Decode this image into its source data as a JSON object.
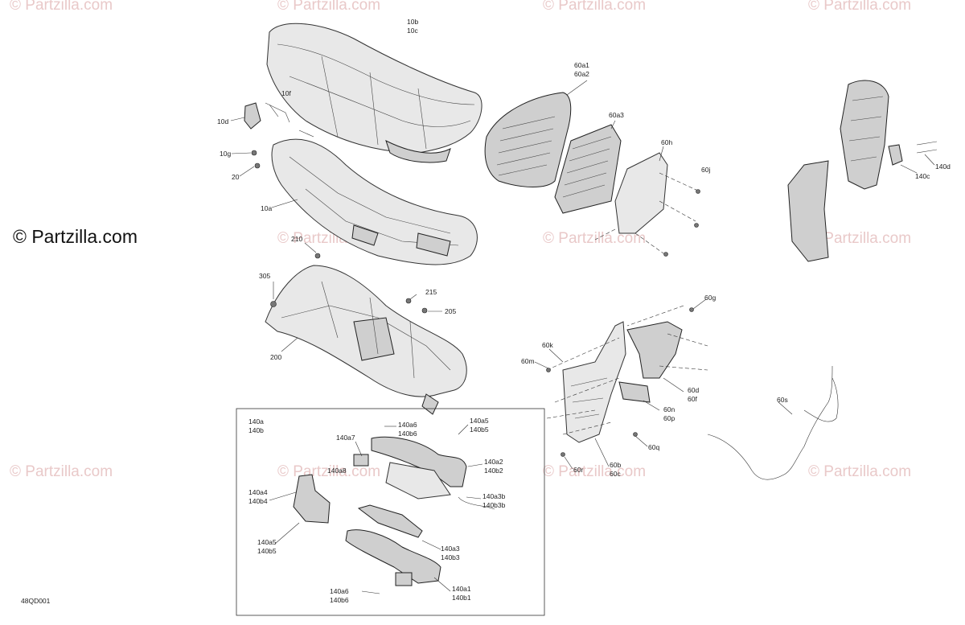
{
  "watermark": "© Partzilla.com",
  "brand": "© Partzilla.com",
  "diagram_code": "48QD001",
  "callouts": {
    "c10b": "10b",
    "c10c": "10c",
    "c10f": "10f",
    "c10d": "10d",
    "c10g": "10g",
    "c20": "20",
    "c10a": "10a",
    "c210": "210",
    "c305": "305",
    "c215": "215",
    "c205": "205",
    "c200": "200",
    "c60a1": "60a1",
    "c60a2": "60a2",
    "c60a3": "60a3",
    "c60h": "60h",
    "c60j": "60j",
    "c140c": "140c",
    "c140d": "140d",
    "c60g": "60g",
    "c60k": "60k",
    "c60m": "60m",
    "c60d": "60d",
    "c60f": "60f",
    "c60n": "60n",
    "c60p": "60p",
    "c60q": "60q",
    "c60r": "60r",
    "c60b": "60b",
    "c60c": "60c",
    "c60s": "60s",
    "c140a": "140a",
    "c140b": "140b",
    "c140a7": "140a7",
    "c140a6_top": "140a6",
    "c140b6_top": "140b6",
    "c140a5_top": "140a5",
    "c140b5_top": "140b5",
    "c140a8": "140a8",
    "c140a2": "140a2",
    "c140b2": "140b2",
    "c140a4": "140a4",
    "c140b4": "140b4",
    "c140a3b": "140a3b",
    "c140b3b": "140b3b",
    "c140a5_bot": "140a5",
    "c140b5_bot": "140b5",
    "c140a3": "140a3",
    "c140b3": "140b3",
    "c140a6_bot": "140a6",
    "c140b6_bot": "140b6",
    "c140a1": "140a1",
    "c140b1": "140b1"
  }
}
